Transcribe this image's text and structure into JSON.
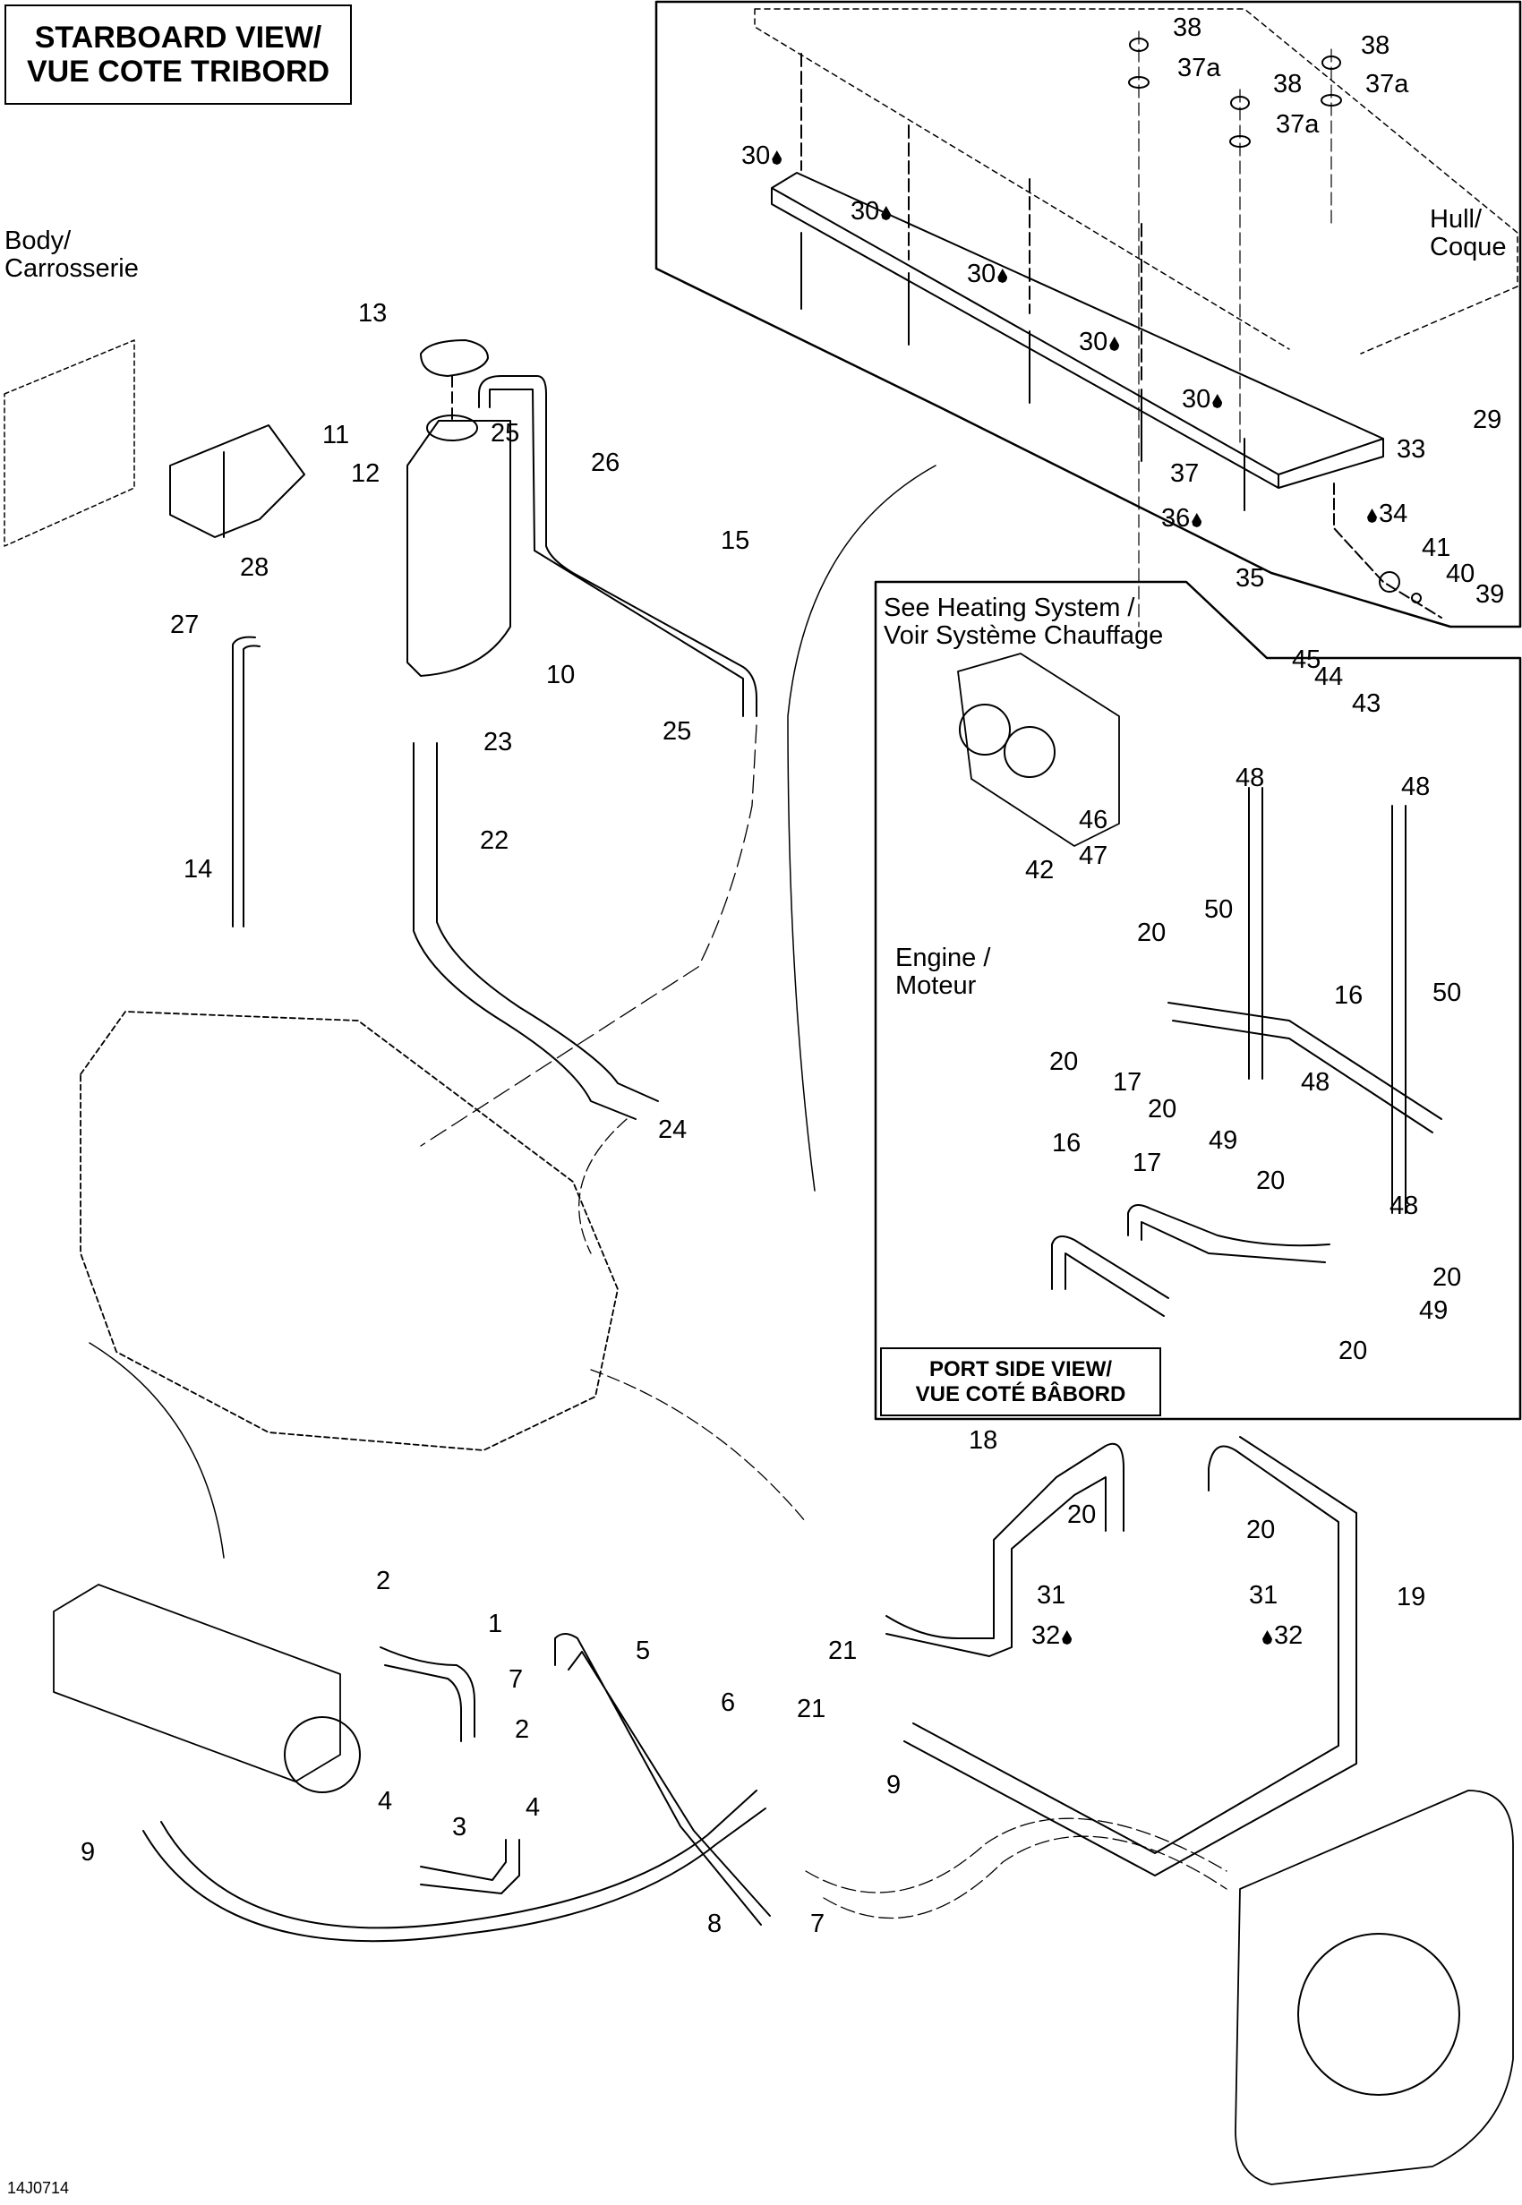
{
  "diagram": {
    "title_box": {
      "line1": "STARBOARD VIEW/",
      "line2": "VUE COTE TRIBORD"
    },
    "port_view_box": {
      "line1": "PORT SIDE VIEW/",
      "line2": "VUE COTÉ BÂBORD"
    },
    "heating_note": {
      "line1": "See Heating System /",
      "line2": "Voir Système Chauffage"
    },
    "reference_labels": {
      "body": {
        "line1": "Body/",
        "line2": "Carrosserie"
      },
      "hull": {
        "line1": "Hull/",
        "line2": "Coque"
      },
      "engine": {
        "line1": "Engine /",
        "line2": "Moteur"
      }
    },
    "drawing_code": "14J0714",
    "sealant_icon": "drop-icon",
    "callouts": {
      "c1": "1",
      "c2a": "2",
      "c2b": "2",
      "c3": "3",
      "c4a": "4",
      "c4b": "4",
      "c5": "5",
      "c6": "6",
      "c7a": "7",
      "c7b": "7",
      "c8": "8",
      "c9a": "9",
      "c9b": "9",
      "c10": "10",
      "c11": "11",
      "c12": "12",
      "c13": "13",
      "c14": "14",
      "c15": "15",
      "c16a": "16",
      "c16b": "16",
      "c17a": "17",
      "c17b": "17",
      "c18": "18",
      "c19": "19",
      "c20a": "20",
      "c20b": "20",
      "c20c": "20",
      "c20d": "20",
      "c20e": "20",
      "c20f": "20",
      "c20g": "20",
      "c20h": "20",
      "c21a": "21",
      "c21b": "21",
      "c22": "22",
      "c23": "23",
      "c24": "24",
      "c25a": "25",
      "c25b": "25",
      "c26": "26",
      "c27": "27",
      "c28": "28",
      "c29": "29",
      "c30a": "30",
      "c30b": "30",
      "c30c": "30",
      "c30d": "30",
      "c30e": "30",
      "c31a": "31",
      "c31b": "31",
      "c32a": "32",
      "c32b": "32",
      "c33": "33",
      "c34": "34",
      "c35": "35",
      "c36": "36",
      "c37": "37",
      "c37aa": "37a",
      "c37ab": "37a",
      "c37ac": "37a",
      "c38a": "38",
      "c38b": "38",
      "c38c": "38",
      "c39": "39",
      "c40": "40",
      "c41": "41",
      "c42": "42",
      "c43": "43",
      "c44": "44",
      "c45": "45",
      "c46": "46",
      "c47": "47",
      "c48a": "48",
      "c48b": "48",
      "c48c": "48",
      "c48d": "48",
      "c49a": "49",
      "c49b": "49",
      "c50a": "50",
      "c50b": "50"
    }
  }
}
